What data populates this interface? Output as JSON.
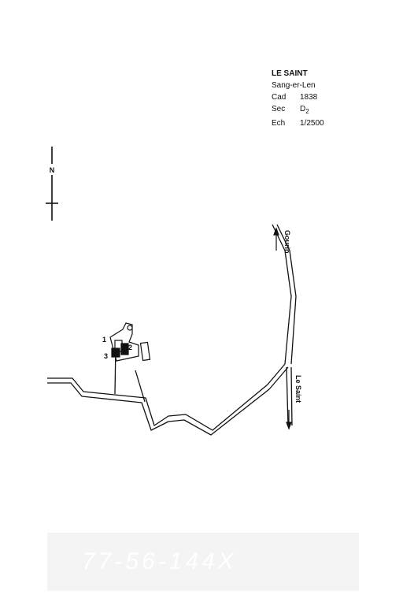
{
  "legend": {
    "place": "LE SAINT",
    "locality": "Sang-er-Len",
    "cad_label": "Cad",
    "cad_value": "1838",
    "sec_label": "Sec",
    "sec_letter": "D",
    "sec_number": "2",
    "ech_label": "Ech",
    "ech_value": "1/2500"
  },
  "north_label": "N",
  "roads": {
    "to_gourin": "Gourin",
    "to_le_saint": "Le Saint"
  },
  "parcels": [
    "1",
    "2",
    "3"
  ],
  "stamp": "77-56-144X",
  "colors": {
    "ink": "#111111",
    "paper": "#ffffff"
  }
}
